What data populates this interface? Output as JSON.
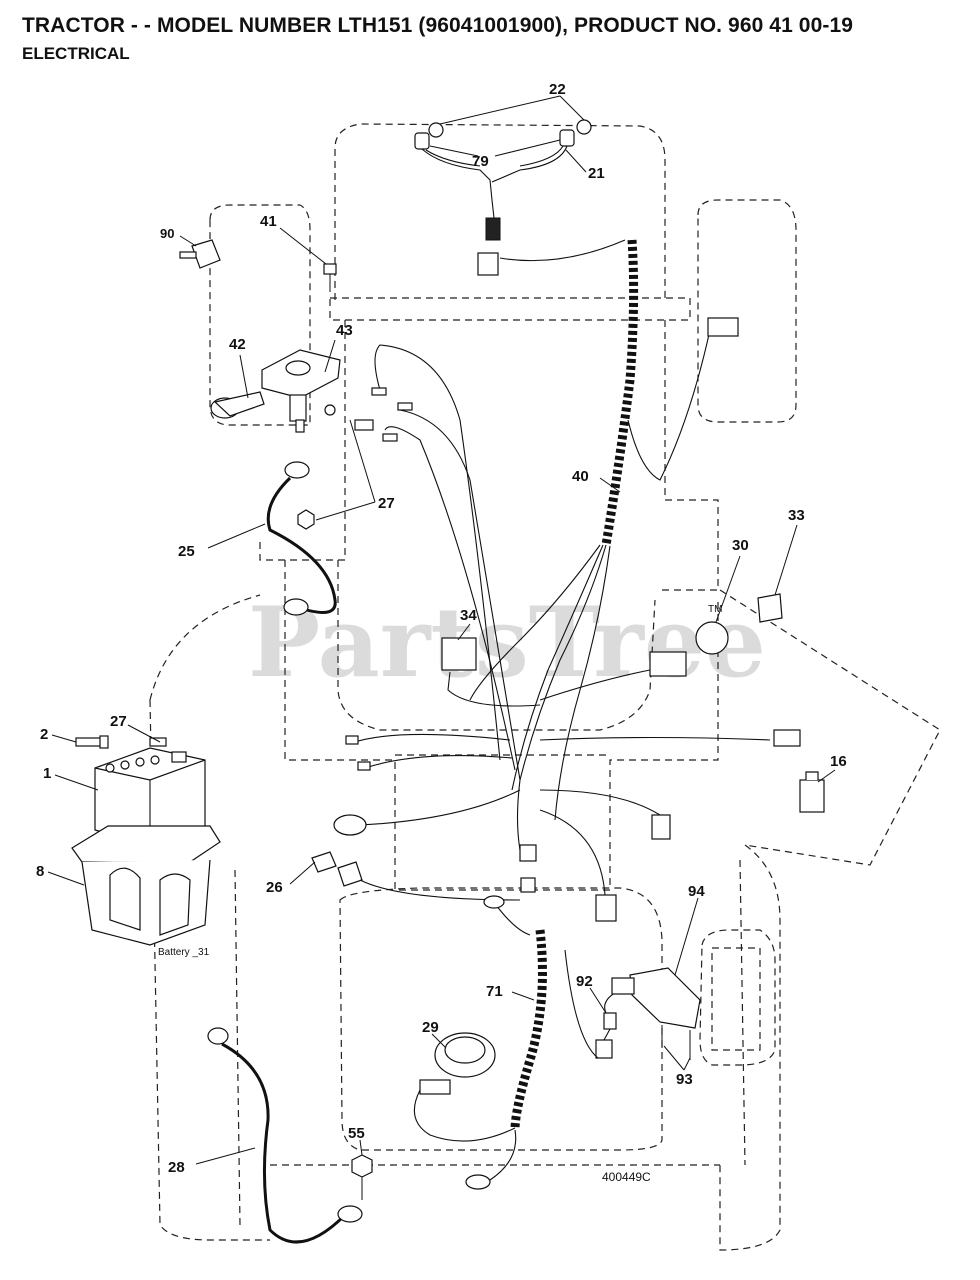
{
  "header": {
    "title": "TRACTOR - - MODEL NUMBER LTH151 (96041001900), PRODUCT NO. 960 41 00-19",
    "subtitle": "ELECTRICAL"
  },
  "watermark": {
    "text": "PartsTree",
    "tm": "TM"
  },
  "diagram": {
    "callouts": {
      "c22": "22",
      "c79": "79",
      "c21": "21",
      "c90": "90",
      "c41": "41",
      "c43": "43",
      "c42": "42",
      "c40": "40",
      "c27a": "27",
      "c25": "25",
      "c33": "33",
      "c30": "30",
      "c34": "34",
      "c2": "2",
      "c27b": "27",
      "c1": "1",
      "c16": "16",
      "c8": "8",
      "c26": "26",
      "c94": "94",
      "c92": "92",
      "c71": "71",
      "c29": "29",
      "c93": "93",
      "c55": "55",
      "c28": "28"
    },
    "battery_label": "Battery _31",
    "drawing_code": "400449C"
  }
}
